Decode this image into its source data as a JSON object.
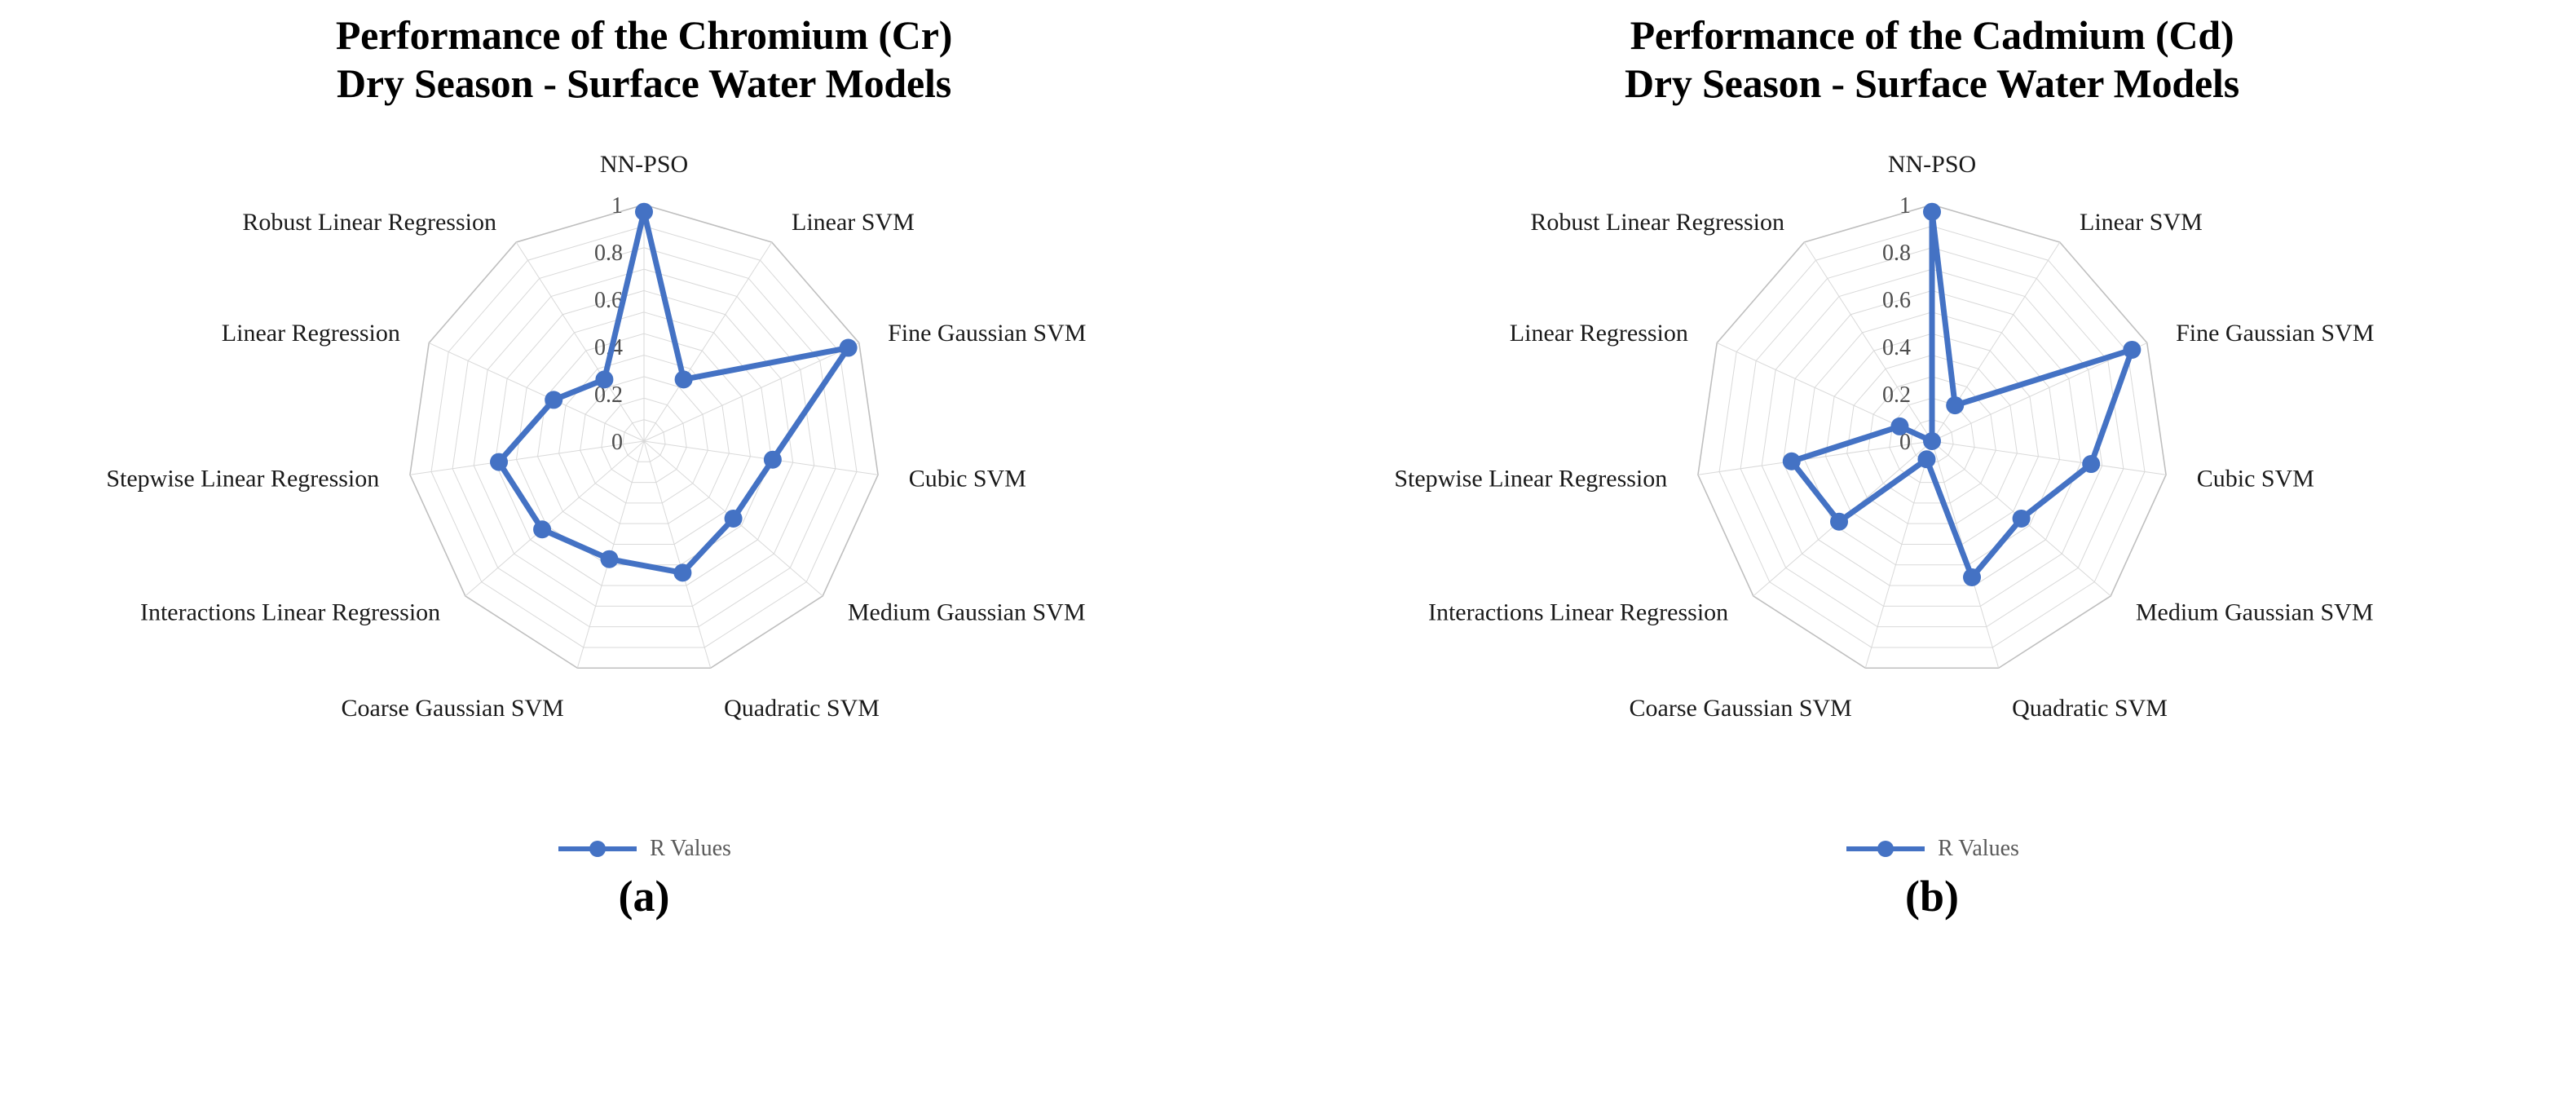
{
  "figure": {
    "panels": [
      {
        "id": "panel-a",
        "title_line1": "Performance of the Chromium (Cr)",
        "title_line2": "Dry Season - Surface Water Models",
        "subcaption": "(a)",
        "legend_label": "R Values"
      },
      {
        "id": "panel-b",
        "title_line1": "Performance of the Cadmium (Cd)",
        "title_line2": "Dry Season - Surface Water Models",
        "subcaption": "(b)",
        "legend_label": "R Values"
      }
    ]
  },
  "style": {
    "series_color": "#4472C4",
    "grid_color": "#D9D9D9",
    "grid_color_major": "#BFBFBF",
    "text_color": "#1a1a1a",
    "tick_color": "#4d4d4d",
    "legend_text_color": "#595959",
    "background": "#ffffff"
  },
  "chart_data": [
    {
      "type": "radar",
      "id": "chart-cr",
      "title": "Performance of the Chromium (Cr) Dry Season - Surface Water Models",
      "subcaption": "(a)",
      "categories": [
        "NN-PSO",
        "Linear SVM",
        "Fine Gaussian SVM",
        "Cubic SVM",
        "Medium Gaussian SVM",
        "Quadratic SVM",
        "Coarse Gaussian SVM",
        "Interactions Linear Regression",
        "Stepwise Linear Regression",
        "Linear Regression",
        "Robust Linear Regression"
      ],
      "series": [
        {
          "name": "R Values",
          "values": [
            0.97,
            0.31,
            0.95,
            0.55,
            0.5,
            0.58,
            0.52,
            0.57,
            0.62,
            0.42,
            0.31
          ],
          "color": "#4472C4"
        }
      ],
      "rlim": [
        0,
        1
      ],
      "tick_values": [
        0,
        0.2,
        0.4,
        0.6,
        0.8,
        1
      ],
      "tick_labels": [
        "0",
        "0.2",
        "0.4",
        "0.6",
        "0.8",
        "1"
      ],
      "rings": 11,
      "grid": true,
      "legend": [
        "R Values"
      ],
      "legend_position": "bottom",
      "xlabel": "",
      "ylabel": ""
    },
    {
      "type": "radar",
      "id": "chart-cd",
      "title": "Performance of the Cadmium (Cd) Dry Season - Surface Water Models",
      "subcaption": "(b)",
      "categories": [
        "NN-PSO",
        "Linear SVM",
        "Fine Gaussian SVM",
        "Cubic SVM",
        "Medium Gaussian SVM",
        "Quadratic SVM",
        "Coarse Gaussian SVM",
        "Interactions Linear Regression",
        "Stepwise Linear Regression",
        "Linear Regression",
        "Robust Linear Regression"
      ],
      "series": [
        {
          "name": "R Values",
          "values": [
            0.97,
            0.18,
            0.93,
            0.68,
            0.5,
            0.6,
            0.08,
            0.52,
            0.6,
            0.15,
            0.0
          ],
          "color": "#4472C4"
        }
      ],
      "rlim": [
        0,
        1
      ],
      "tick_values": [
        0,
        0.2,
        0.4,
        0.6,
        0.8,
        1
      ],
      "tick_labels": [
        "0",
        "0.2",
        "0.4",
        "0.6",
        "0.8",
        "1"
      ],
      "rings": 11,
      "grid": true,
      "legend": [
        "R Values"
      ],
      "legend_position": "bottom",
      "xlabel": "",
      "ylabel": ""
    }
  ]
}
